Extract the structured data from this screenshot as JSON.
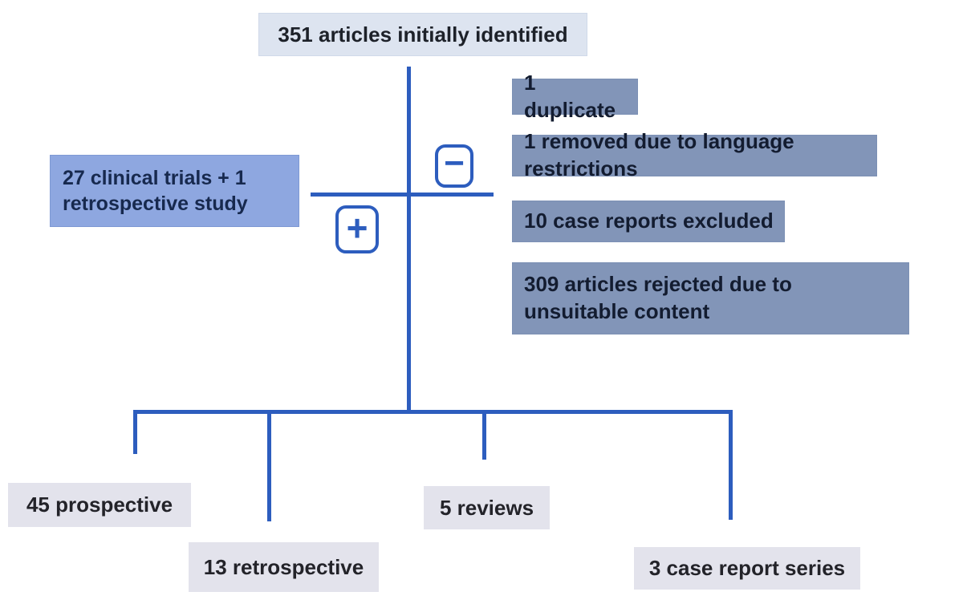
{
  "diagram": {
    "title_note": "article screening flowchart",
    "colors": {
      "line_blue": "#2d5dbe",
      "top_box_bg": "#dde4f0",
      "included_box_bg": "#8ea7e0",
      "exclusion_box_bg": "#8295b8",
      "outcome_box_bg": "#e3e3ec",
      "text_dark": "#1d2129",
      "text_navy": "#17294e"
    },
    "top_box": {
      "label": "351 articles initially identified"
    },
    "included_box": {
      "label": "27 clinical trials + 1 retrospective study"
    },
    "minus_icon": {
      "glyph": "−"
    },
    "plus_icon": {
      "glyph": "+"
    },
    "exclusion_boxes": [
      {
        "label": "1 duplicate"
      },
      {
        "label": "1 removed due to language restrictions"
      },
      {
        "label": "10 case reports excluded"
      },
      {
        "label": "309 articles rejected due to unsuitable content"
      }
    ],
    "outcome_boxes": [
      {
        "label": "45 prospective"
      },
      {
        "label": "13 retrospective"
      },
      {
        "label": "5 reviews"
      },
      {
        "label": "3 case report series"
      }
    ]
  }
}
